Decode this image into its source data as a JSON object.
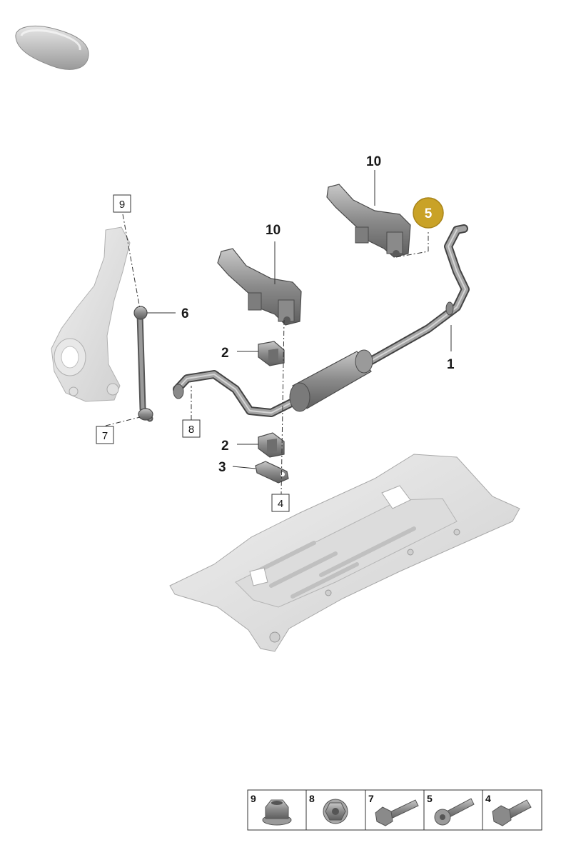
{
  "callouts": {
    "c1": "1",
    "c2a": "2",
    "c2b": "2",
    "c3": "3",
    "c4": "4",
    "c5": "5",
    "c6": "6",
    "c7": "7",
    "c8": "8",
    "c9": "9",
    "c10a": "10",
    "c10b": "10"
  },
  "legend": {
    "cells": [
      {
        "num": "9",
        "icon": "hex-flange-nut-icon"
      },
      {
        "num": "8",
        "icon": "round-flange-nut-icon"
      },
      {
        "num": "7",
        "icon": "hex-flange-bolt-long-icon"
      },
      {
        "num": "5",
        "icon": "torx-flange-bolt-icon"
      },
      {
        "num": "4",
        "icon": "hex-flange-bolt-short-icon"
      }
    ]
  },
  "colors": {
    "highlight": "#c9a227",
    "part_dark": "#8e8e8e",
    "part_light": "#d4d4d4"
  }
}
